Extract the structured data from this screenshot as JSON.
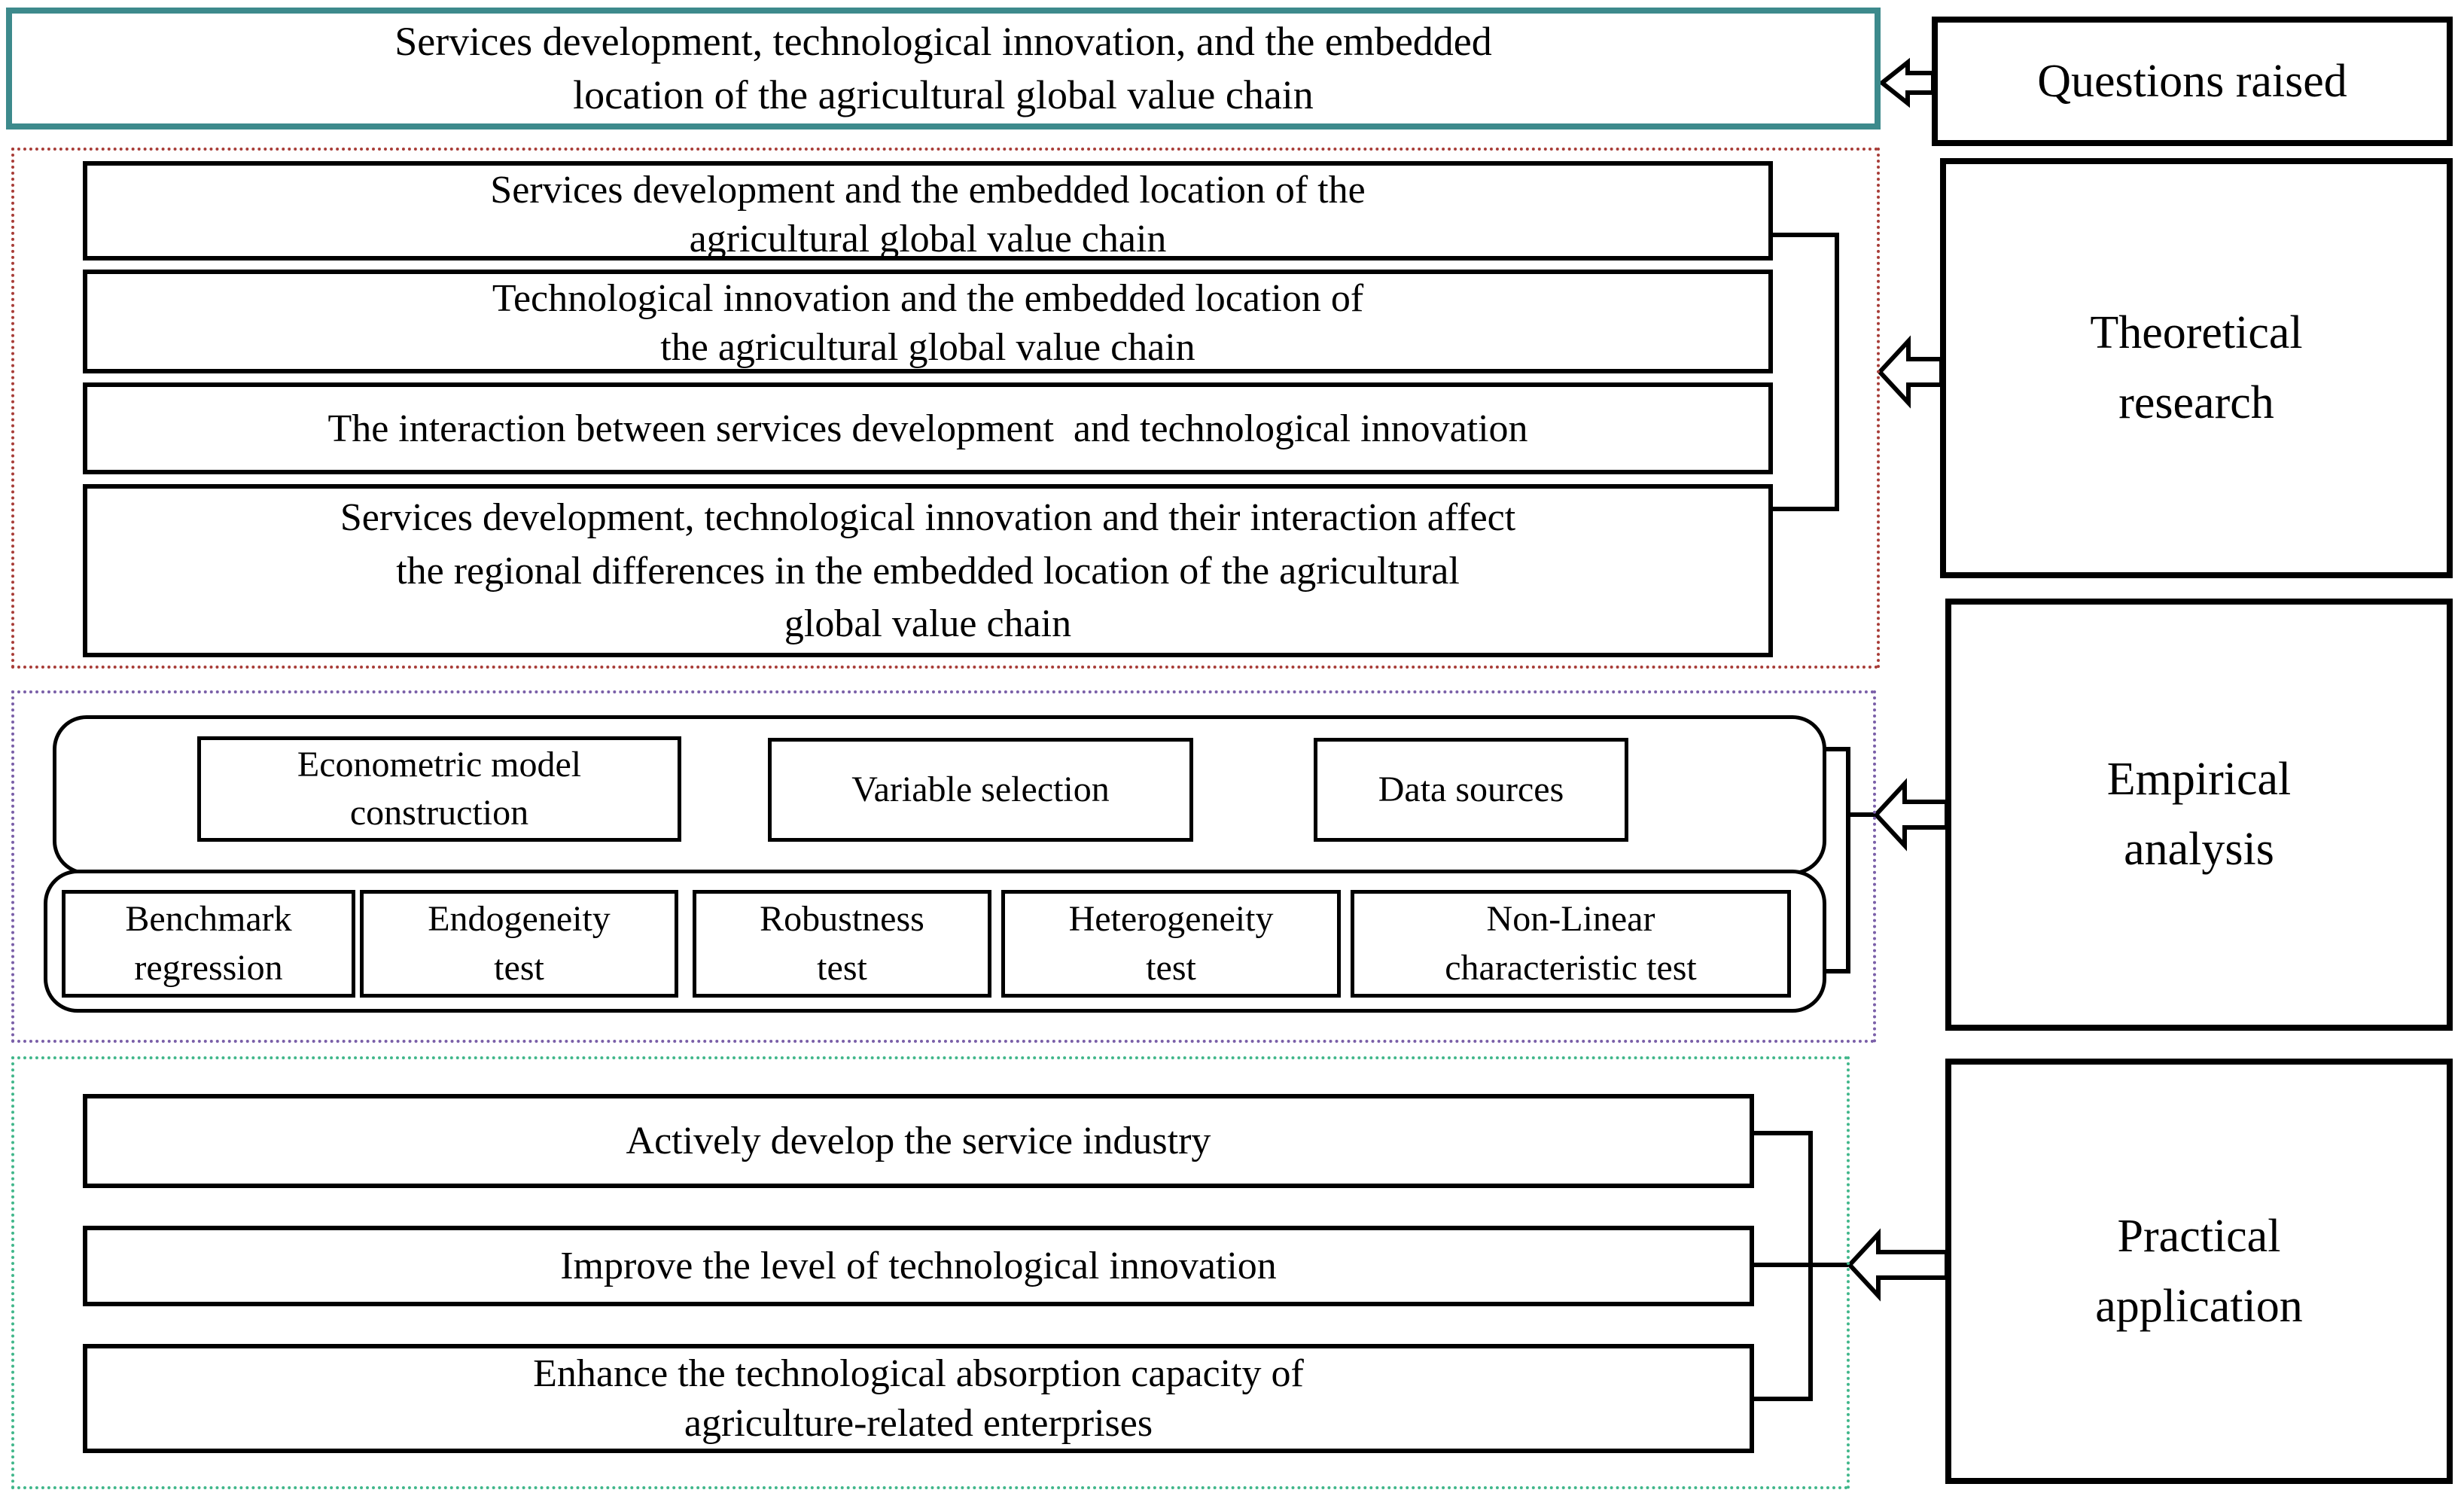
{
  "colors": {
    "teal": "#3d8a8c",
    "red_dotted": "#a83d38",
    "purple_dotted": "#7a5fa8",
    "green_dotted": "#41b78b",
    "box_border": "#000000",
    "background": "#ffffff"
  },
  "top": {
    "main_box": {
      "lines": [
        "Services development, technological innovation, and the embedded",
        "location of the agricultural global value chain"
      ]
    },
    "side_box": {
      "label": "Questions raised"
    }
  },
  "theoretical": {
    "side_box": {
      "lines": [
        "Theoretical",
        "research"
      ]
    },
    "boxes": [
      {
        "lines": [
          "Services development and the embedded location of the",
          "agricultural global value chain"
        ]
      },
      {
        "lines": [
          "Technological innovation and the embedded location of",
          "the agricultural global value chain"
        ]
      },
      {
        "lines": [
          "The interaction between services development  and technological innovation"
        ]
      },
      {
        "lines": [
          "Services development, technological innovation and their interaction affect",
          "the regional differences in the embedded location of the agricultural",
          "global value chain"
        ]
      }
    ]
  },
  "empirical": {
    "side_box": {
      "lines": [
        "Empirical",
        "analysis"
      ]
    },
    "row1": [
      {
        "lines": [
          "Econometric model",
          "construction"
        ]
      },
      {
        "lines": [
          "Variable selection"
        ]
      },
      {
        "lines": [
          "Data sources"
        ]
      }
    ],
    "row2": [
      {
        "lines": [
          "Benchmark",
          "regression"
        ]
      },
      {
        "lines": [
          "Endogeneity",
          "test"
        ]
      },
      {
        "lines": [
          "Robustness",
          "test"
        ]
      },
      {
        "lines": [
          "Heterogeneity",
          "test"
        ]
      },
      {
        "lines": [
          "Non-Linear",
          "characteristic test"
        ]
      }
    ]
  },
  "practical": {
    "side_box": {
      "lines": [
        "Practical",
        "application"
      ]
    },
    "boxes": [
      {
        "lines": [
          "Actively develop the service industry"
        ]
      },
      {
        "lines": [
          "Improve the level of technological innovation"
        ]
      },
      {
        "lines": [
          "Enhance the technological absorption capacity of",
          "agriculture-related enterprises"
        ]
      }
    ]
  }
}
